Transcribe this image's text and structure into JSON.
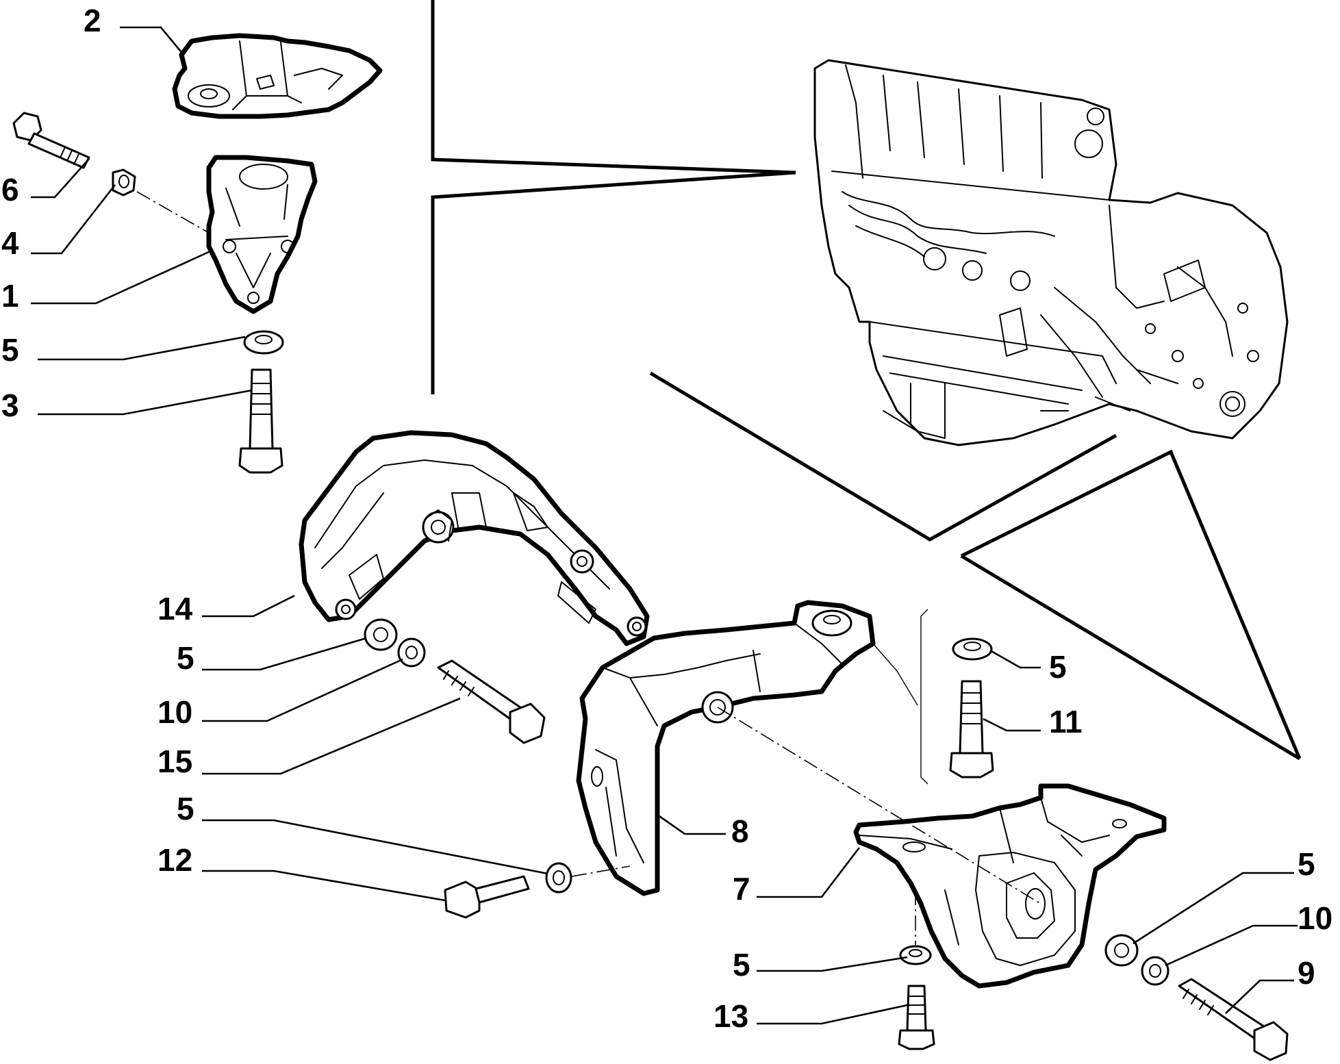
{
  "callouts": {
    "c1": {
      "label": "1"
    },
    "c2": {
      "label": "2"
    },
    "c3": {
      "label": "3"
    },
    "c4": {
      "label": "4"
    },
    "c5a": {
      "label": "5"
    },
    "c5b": {
      "label": "5"
    },
    "c5c": {
      "label": "5"
    },
    "c5d": {
      "label": "5"
    },
    "c5e": {
      "label": "5"
    },
    "c5f": {
      "label": "5"
    },
    "c6": {
      "label": "6"
    },
    "c7": {
      "label": "7"
    },
    "c8": {
      "label": "8"
    },
    "c9": {
      "label": "9"
    },
    "c10a": {
      "label": "10"
    },
    "c10b": {
      "label": "10"
    },
    "c11": {
      "label": "11"
    },
    "c12": {
      "label": "12"
    },
    "c13": {
      "label": "13"
    },
    "c14": {
      "label": "14"
    },
    "c15": {
      "label": "15"
    }
  }
}
